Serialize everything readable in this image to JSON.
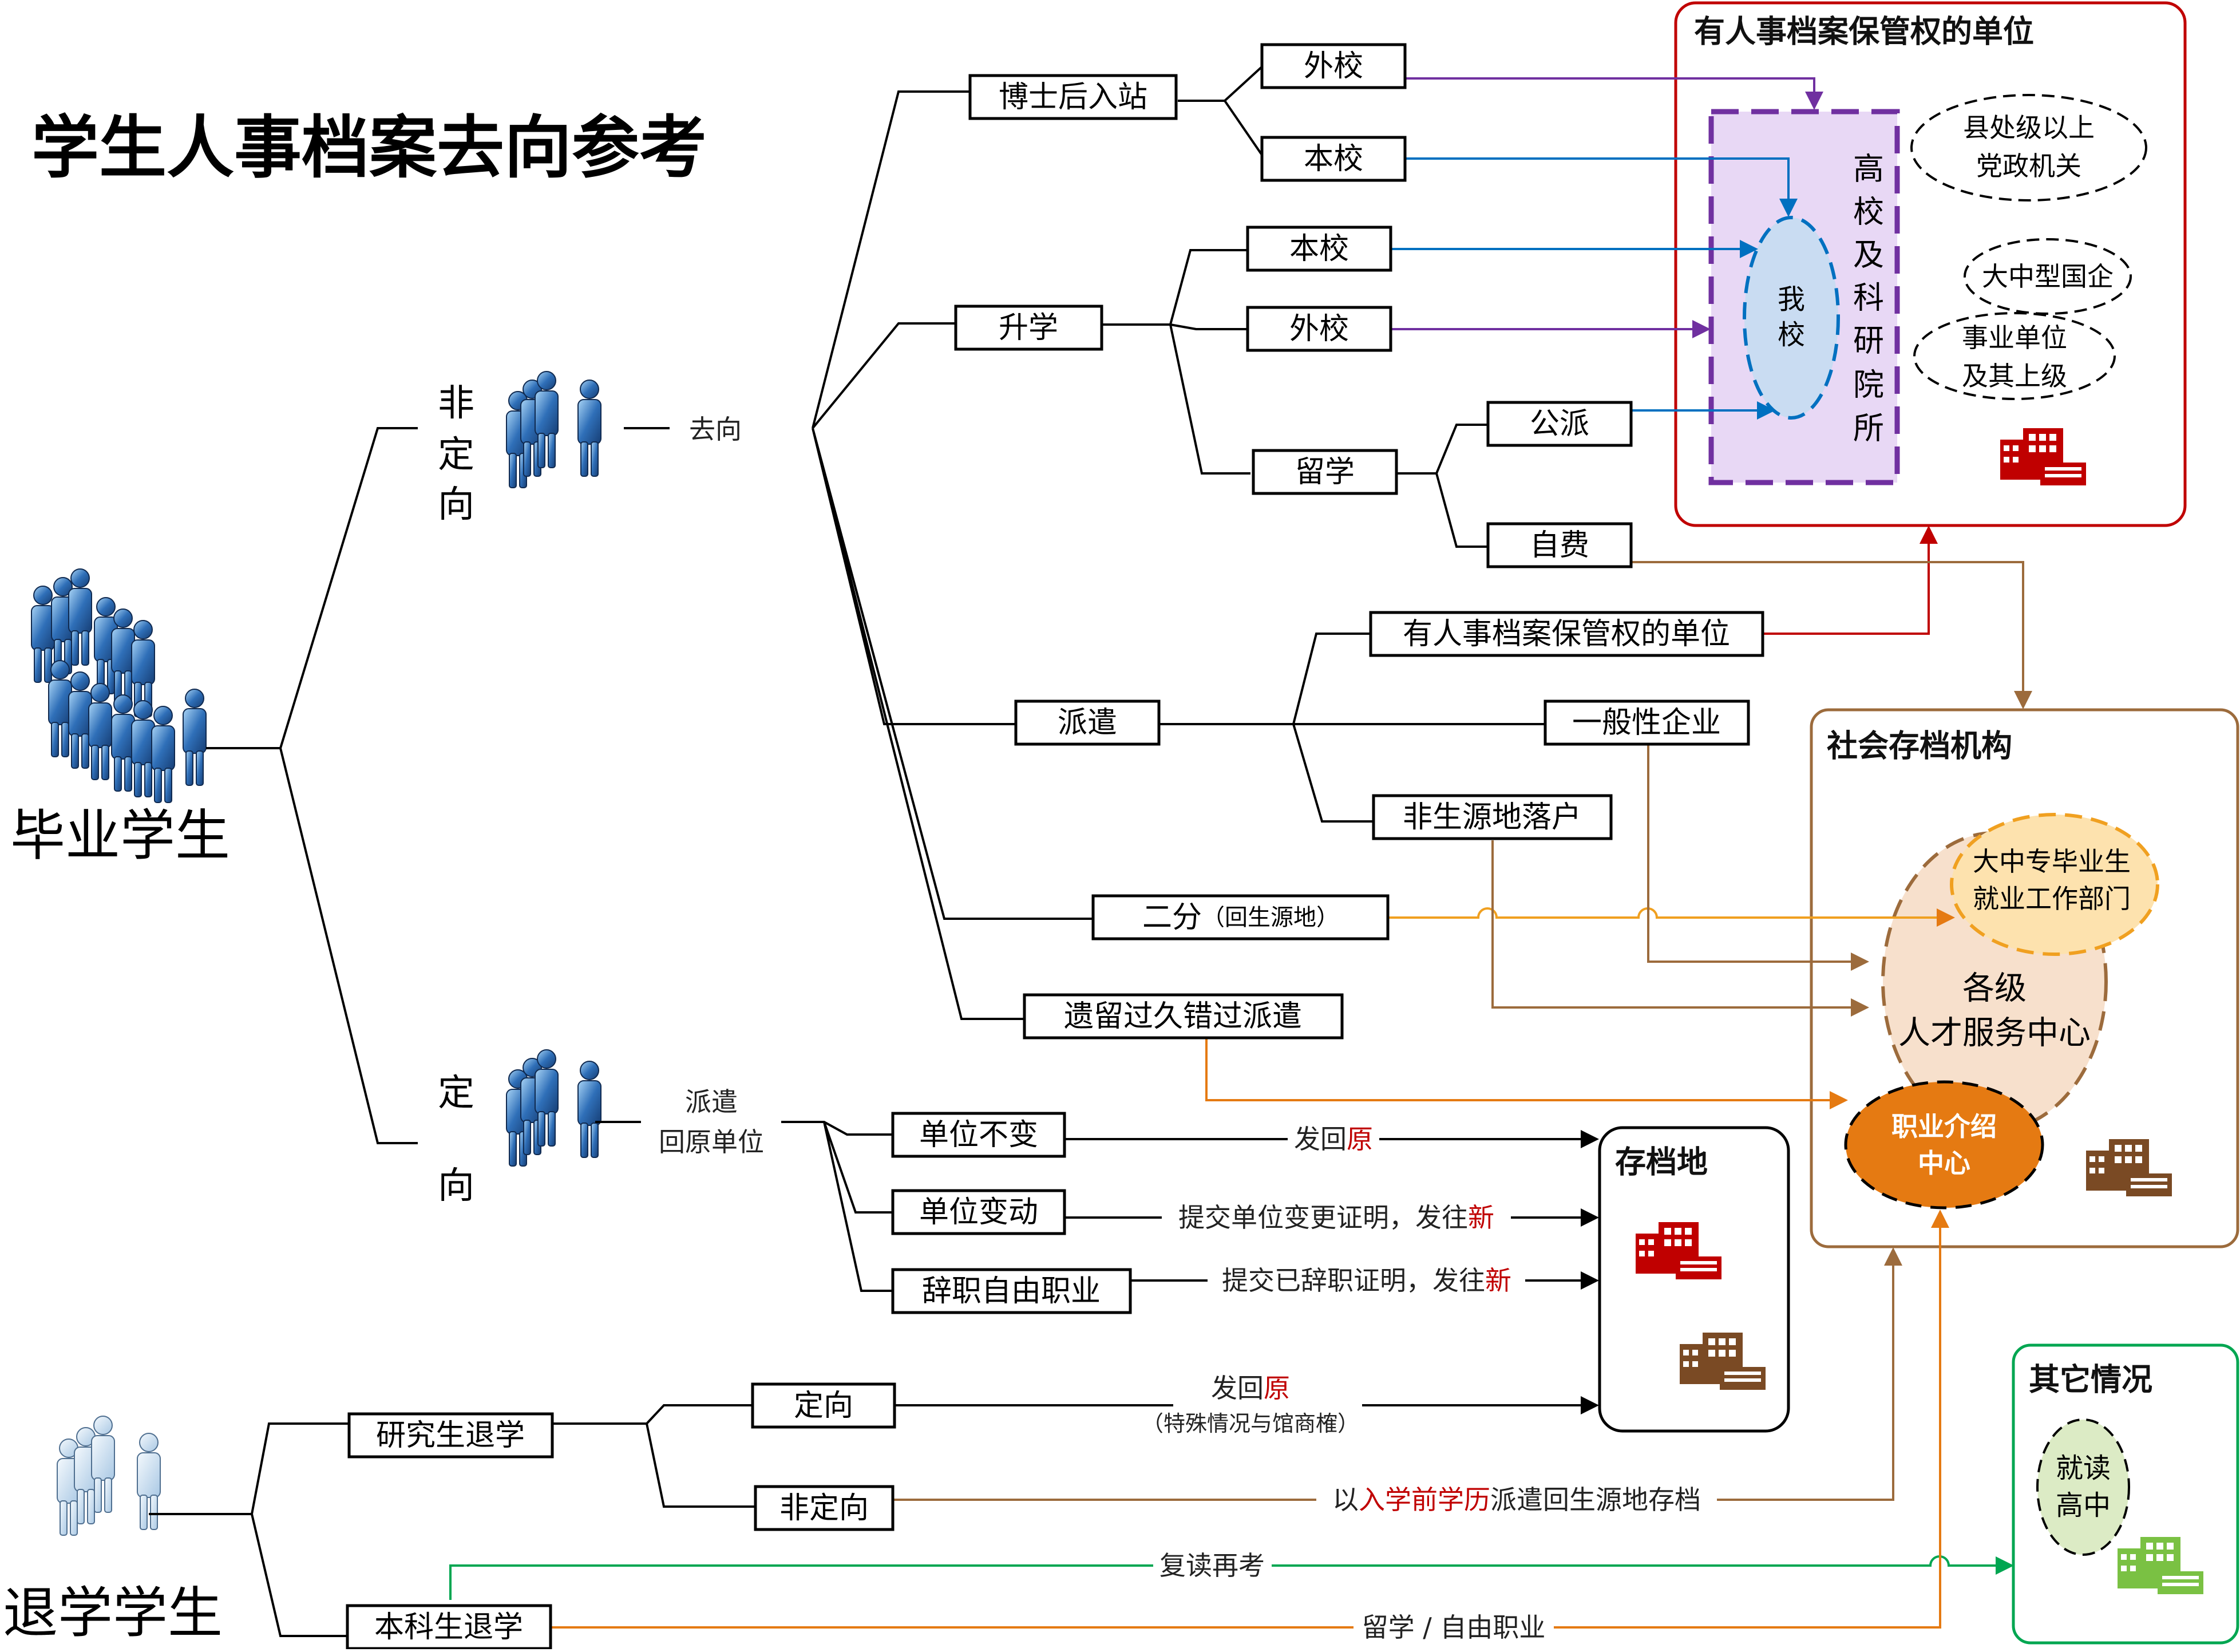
{
  "title": "学生人事档案去向参考",
  "groups": {
    "graduate": "毕业学生",
    "dropout": "退学学生",
    "non_directed": [
      "非",
      "定",
      "向"
    ],
    "directed": [
      "定",
      "向"
    ]
  },
  "labels": {
    "quxiang": "去向",
    "paiqian_huiyuan": [
      "派遣",
      "回原单位"
    ],
    "faihuiyuan_pre": "发回",
    "faihuiyuan_red": "原",
    "change_pre": "提交单位变更证明，发往",
    "change_red": "新",
    "resign_pre": "提交已辞职证明，发往",
    "resign_red": "新",
    "dropout_directed_pre": "发回",
    "dropout_directed_red": "原",
    "dropout_directed_note": "（特殊情况与馆商榷）",
    "nondirected_pre": "以",
    "nondirected_red": "入学前学历",
    "nondirected_post": "派遣回生源地存档",
    "repeat": "复读再考",
    "abroad_free": "留学 / 自由职业"
  },
  "nodes": {
    "postdoc": "博士后入站",
    "postdoc_other": "外校",
    "postdoc_ours": "本校",
    "further": "升学",
    "further_ours": "本校",
    "further_other": "外校",
    "abroad": "留学",
    "public": "公派",
    "selfpay": "自费",
    "dispatch": "派遣",
    "unit_with_right": "有人事档案保管权的单位",
    "general_company": "一般性企业",
    "non_origin": "非生源地落户",
    "erfen": "二分",
    "erfen_note": "（回生源地）",
    "overdue": "遗留过久错过派遣",
    "unit_same": "单位不变",
    "unit_change": "单位变动",
    "resign": "辞职自由职业",
    "grad_dropout": "研究生退学",
    "ug_dropout": "本科生退学",
    "dir": "定向",
    "nondir": "非定向"
  },
  "panels": {
    "custody_units": {
      "title": "有人事档案保管权的单位",
      "uni": [
        "高",
        "校",
        "及",
        "科",
        "研",
        "院",
        "所"
      ],
      "ours": [
        "我",
        "校"
      ],
      "gov": [
        "县处级以上",
        "党政机关"
      ],
      "soe": "大中型国企",
      "inst": [
        "事业单位",
        "及其上级"
      ]
    },
    "social": {
      "title": "社会存档机构",
      "employment_dept": [
        "大中专毕业生",
        "就业工作部门"
      ],
      "talent": [
        "各级",
        "人才服务中心"
      ],
      "agency": [
        "职业介绍",
        "中心"
      ]
    },
    "archive": {
      "title": "存档地"
    },
    "other": {
      "title": "其它情况",
      "highschool": [
        "就读",
        "高中"
      ]
    }
  },
  "colors": {
    "purple": "#7030a0",
    "blue": "#0070c0",
    "red": "#c00000",
    "brown": "#9c6b3c",
    "orange": "#e57a12",
    "green": "#00a651",
    "dark_red": "#a50f15"
  }
}
